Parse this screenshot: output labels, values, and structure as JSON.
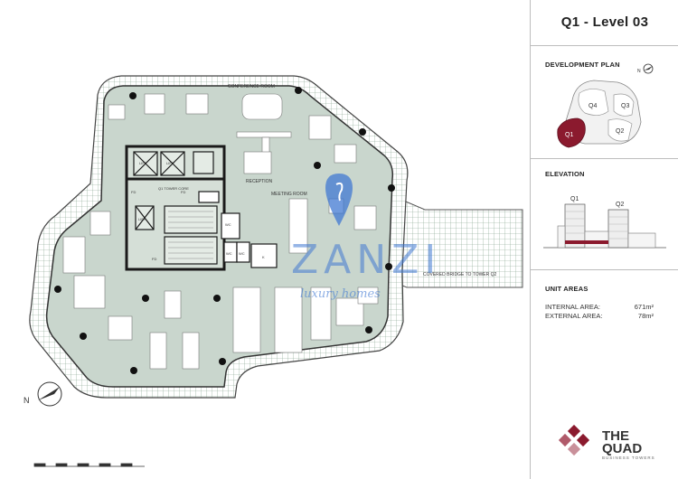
{
  "title": "Q1 - Level 03",
  "development_plan": {
    "heading": "DEVELOPMENT PLAN",
    "north_label": "N",
    "towers": [
      "Q4",
      "Q3",
      "Q1",
      "Q2"
    ],
    "highlight_color": "#8b1a2e"
  },
  "elevation": {
    "heading": "ELEVATION",
    "tower_labels": [
      "Q1",
      "Q2"
    ]
  },
  "unit_areas": {
    "heading": "UNIT AREAS",
    "rows": [
      {
        "label": "INTERNAL AREA:",
        "value": "671m²"
      },
      {
        "label": "EXTERNAL AREA:",
        "value": "78m²"
      }
    ]
  },
  "floor_plan": {
    "room_labels": {
      "conference": "CONFERENCE ROOM",
      "reception": "RECEPTION",
      "meeting": "MEETING ROOM",
      "tower_core": "Q1 TOWER CORE",
      "lift": "LIFT",
      "fd": "FD",
      "wc": "WC",
      "k": "K",
      "bridge": "COVERED BRIDGE TO TOWER Q2"
    },
    "north_label": "N",
    "floor_color": "#c9d6cd",
    "terrace_color": "#ffffff",
    "wall_color": "#222222"
  },
  "watermark": {
    "title": "ZANZI",
    "subtitle": "luxury homes"
  },
  "brand": {
    "line1": "THE",
    "line2": "QUAD",
    "tagline": "BUSINESS TOWERS"
  }
}
